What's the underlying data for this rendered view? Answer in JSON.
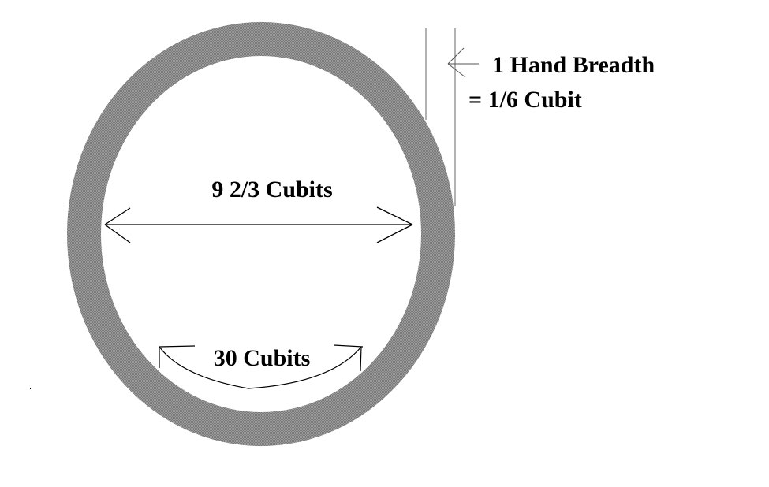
{
  "labels": {
    "diameter": "9 2/3 Cubits",
    "circumference": "30 Cubits",
    "thickness_line1": "1 Hand Breadth",
    "thickness_line2": "= 1/6 Cubit"
  },
  "colors": {
    "ring": "#8c8c8c",
    "ink": "#000000",
    "guide": "#555555"
  }
}
